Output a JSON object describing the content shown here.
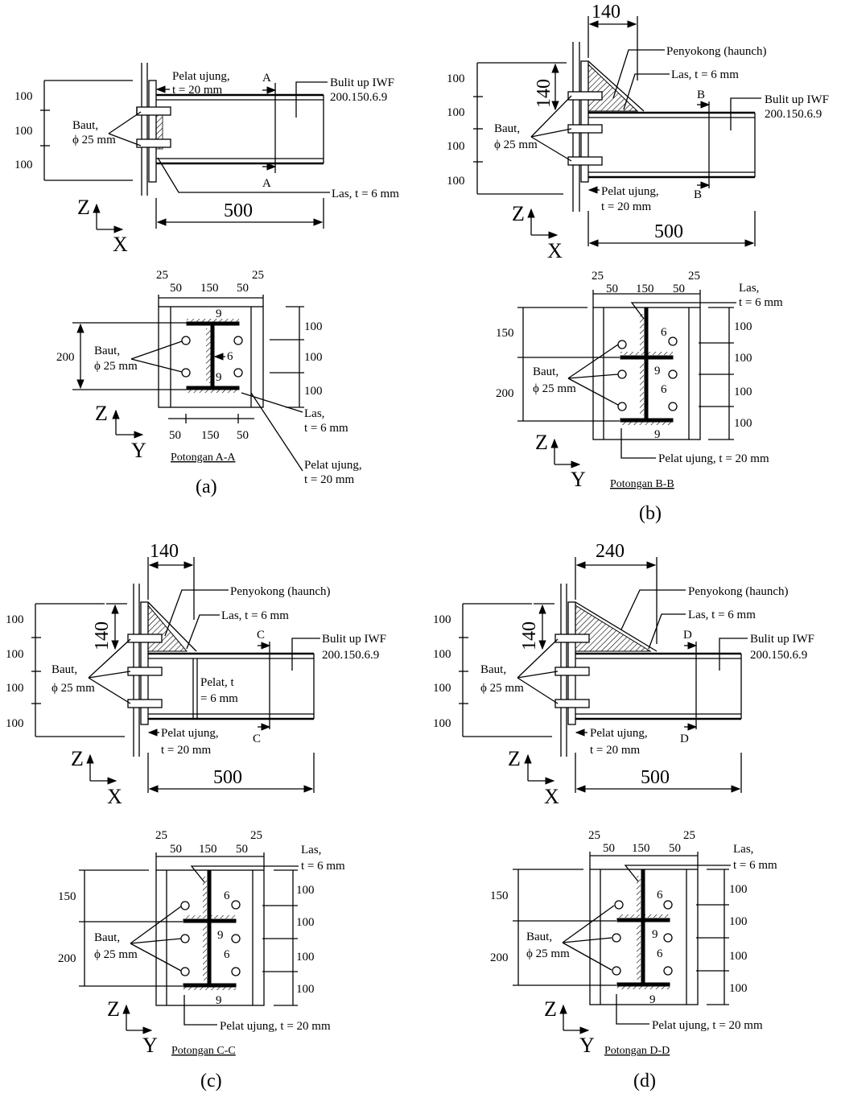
{
  "common": {
    "end_plate_label": "Pelat ujung,",
    "end_plate_t": "t = 20 mm",
    "end_plate_single": "Pelat ujung, t = 20 mm",
    "bolt_label": "Baut,",
    "bolt_dia": "ϕ 25 mm",
    "weld_label": "Las, t = 6 mm",
    "weld_label_line1": "Las,",
    "weld_label_line2": "t = 6 mm",
    "beam_label": "Bulit up IWF",
    "beam_size": "200.150.6.9",
    "haunch_label": "Penyokong (haunch)",
    "axis_z": "Z",
    "axis_x": "X",
    "axis_y": "Y",
    "dim_length": "500",
    "dim_100": "100",
    "dim_200": "200",
    "dim_150": "150",
    "dim_50": "50",
    "dim_25": "25",
    "dim_140": "140",
    "dim_6": "6",
    "dim_9": "9"
  },
  "panels": {
    "a": {
      "label": "(a)",
      "section_caption": "Potongan A-A",
      "cut_mark": "A"
    },
    "b": {
      "label": "(b)",
      "section_caption": "Potongan B-B",
      "cut_mark": "B",
      "haunch_width": "140"
    },
    "c": {
      "label": "(c)",
      "section_caption": "Potongan C-C",
      "cut_mark": "C",
      "haunch_width": "140",
      "stiffener_label_1": "Pelat, t",
      "stiffener_label_2": "= 6 mm"
    },
    "d": {
      "label": "(d)",
      "section_caption": "Potongan D-D",
      "cut_mark": "D",
      "haunch_width": "240"
    }
  }
}
